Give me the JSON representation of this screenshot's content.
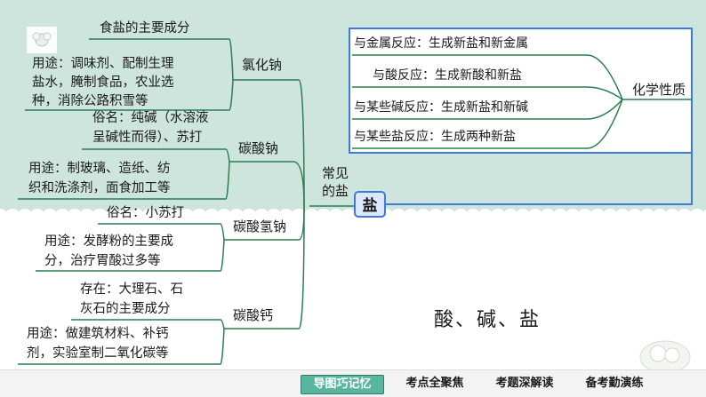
{
  "topic_title": "酸、碱、盐",
  "center_node": "盐",
  "main_branch": "常见\n的盐",
  "chemical_properties": {
    "label": "化学性质",
    "items": [
      "与金属反应：生成新盐和新金属",
      "与酸反应：生成新酸和新盐",
      "与某些碱反应：生成新盐和新碱",
      "与某些盐反应：生成两种新盐"
    ]
  },
  "salts": [
    {
      "name": "氯化钠",
      "facts": [
        "食盐的主要成分",
        "用途：调味剂、配制生理\n盐水，腌制食品，农业选\n种，消除公路积雪等"
      ]
    },
    {
      "name": "碳酸钠",
      "facts": [
        "俗名：纯碱（水溶液\n呈碱性而得）、苏打",
        "用途：制玻璃、造纸、纺\n织和洗涤剂，面食加工等"
      ]
    },
    {
      "name": "碳酸氢钠",
      "facts": [
        "俗名：小苏打",
        "用途：发酵粉的主要成\n分，治疗胃酸过多等"
      ]
    },
    {
      "name": "碳酸钙",
      "facts": [
        "存在：大理石、石\n灰石的主要成分",
        "用途：做建筑材料、补钙\n剂，实验室制二氧化碳等"
      ]
    }
  ],
  "nav": {
    "tabs": [
      "导图巧记忆",
      "考点全聚焦",
      "考题深解读",
      "备考勤演练"
    ],
    "active_index": 0
  },
  "colors": {
    "background_mint": "#cde5dc",
    "scallop": "#ffffff",
    "line": "#2a7f4f",
    "box_border": "#3f7ad6",
    "center_fill": "#dbe8ff",
    "nav_active": "#59b59d"
  },
  "icons": [
    "flower-decoration-icon",
    "flower-decoration-icon"
  ]
}
